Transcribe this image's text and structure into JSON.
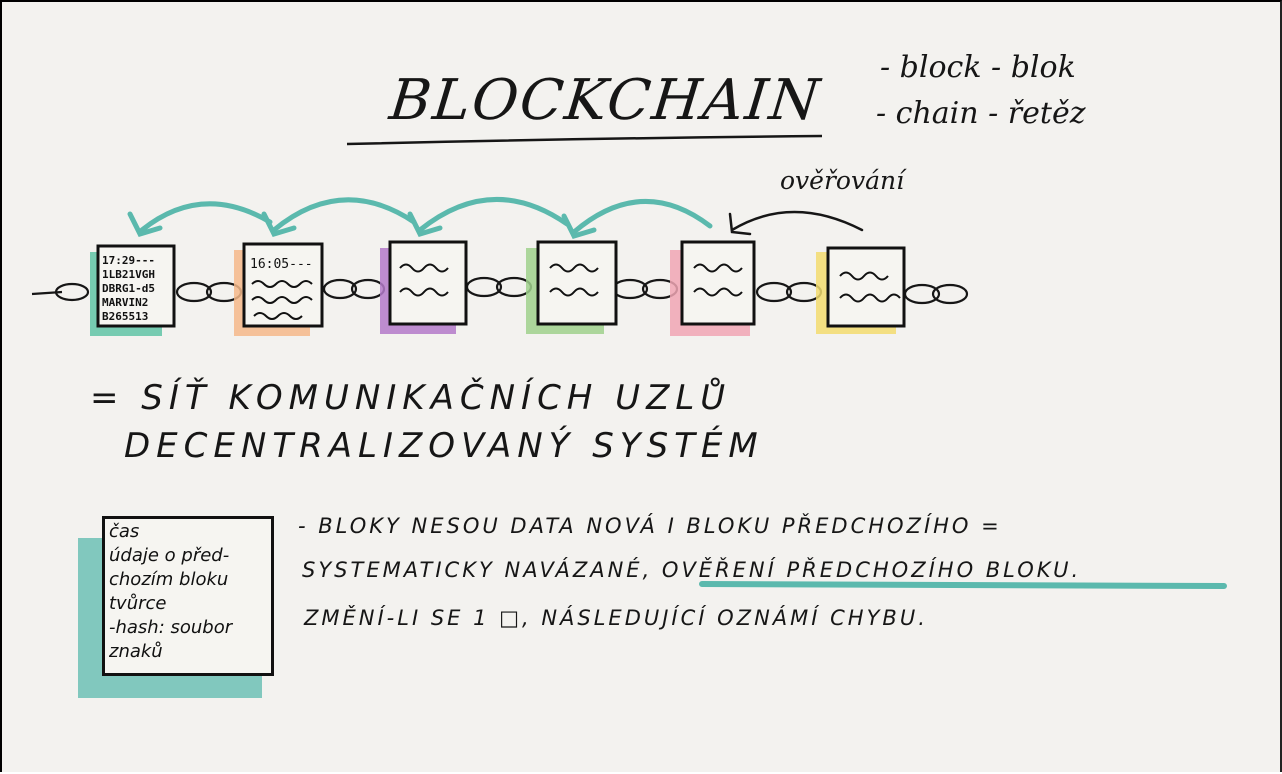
{
  "title": "BLOCKCHAIN",
  "glossary": [
    "- block - blok",
    "- chain - řetěz"
  ],
  "verification_label": "ověřování",
  "blocks": [
    {
      "lines": [
        "17:29---",
        "1LB21VGH",
        "DBRG1-d5",
        "MARVIN2",
        "B265513"
      ],
      "highlight": "#5fc4a6"
    },
    {
      "lines": [
        "16:05---"
      ],
      "highlight": "#f4b88a"
    },
    {
      "lines": [],
      "highlight": "#b37ac9"
    },
    {
      "lines": [],
      "highlight": "#9fd18c"
    },
    {
      "lines": [],
      "highlight": "#f0a6b4"
    },
    {
      "lines": [],
      "highlight": "#f2dc6e"
    }
  ],
  "definition": [
    "= SÍŤ KOMUNIKAČNÍCH UZLŮ",
    "DECENTRALIZOVANÝ SYSTÉM"
  ],
  "legend": [
    "čas",
    "údaje o před-",
    "chozím bloku",
    "tvůrce",
    "-hash: soubor",
    "znaků"
  ],
  "description": [
    "- BLOKY NESOU DATA NOVÁ I BLOKU PŘEDCHOZÍHO =",
    "SYSTEMATICKY NAVÁZANÉ, OVĚŘENÍ PŘEDCHOZÍHO BLOKU.",
    "ZMĚNÍ-LI SE 1 □, NÁSLEDUJÍCÍ OZNÁMÍ CHYBU."
  ],
  "colors": {
    "teal": "#5bb9ad",
    "ink": "#161616",
    "paper": "#f3f2ef"
  }
}
